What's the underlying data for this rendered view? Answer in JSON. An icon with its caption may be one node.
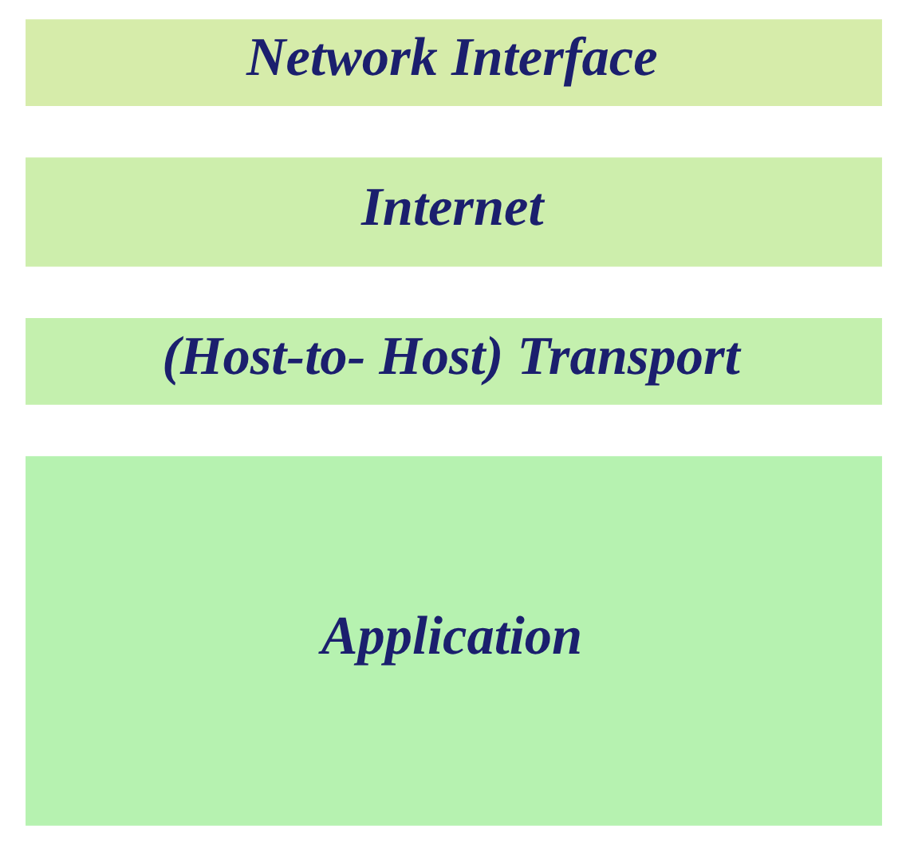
{
  "diagram": {
    "nodes": [
      {
        "text": [
          "Application"
        ]
      },
      {
        "text": [
          "(Host-to- Host) Transport"
        ]
      },
      {
        "text": [
          "Internet"
        ]
      },
      {
        "text": [
          "Network Interface"
        ]
      }
    ]
  }
}
